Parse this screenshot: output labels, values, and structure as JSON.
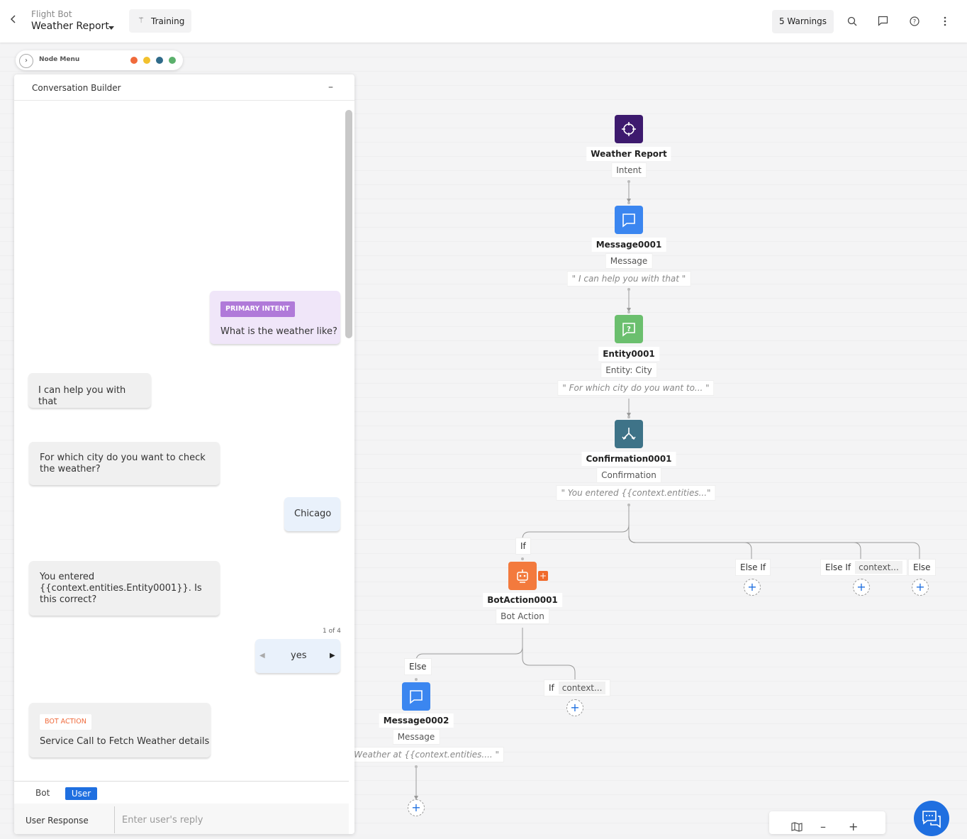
{
  "header": {
    "app_subtitle": "Flight Bot",
    "app_title": "Weather Report",
    "training_label": "Training",
    "warnings_label": "5 Warnings"
  },
  "node_menu": {
    "label": "Node Menu",
    "dot_colors": [
      "#f06a3b",
      "#f2c12e",
      "#2f6b8a",
      "#5bb06c"
    ]
  },
  "builder": {
    "title": "Conversation Builder",
    "messages": {
      "intent_tag": "PRIMARY INTENT",
      "intent_text": "What is the weather like?",
      "bot1": "I can help you with that",
      "bot2": "For which city do you want to check the weather?",
      "user1": "Chicago",
      "bot3": "You entered {{context.entities.Entity0001}}. Is this correct?",
      "pager": "1 of 4",
      "user2": "yes",
      "action_tag": "BOT ACTION",
      "action_text": "Service Call to Fetch Weather details"
    },
    "tabs": {
      "bot": "Bot",
      "user": "User"
    },
    "response_label": "User Response",
    "response_placeholder": "Enter user's reply"
  },
  "flow": {
    "intent": {
      "name": "Weather Report",
      "type": "Intent",
      "color": "#3d1a6e"
    },
    "message1": {
      "name": "Message0001",
      "type": "Message",
      "text": "\" I can help you with that \"",
      "color": "#3b86f0"
    },
    "entity": {
      "name": "Entity0001",
      "type": "Entity: City",
      "text": "\" For which city do you want to... \"",
      "color": "#6bbf6e"
    },
    "confirmation": {
      "name": "Confirmation0001",
      "type": "Confirmation",
      "text": "\" You entered {{context.entities...\"",
      "color": "#3e7388"
    },
    "branches": {
      "if": "If",
      "else_if_1": "Else If",
      "else_if_2": "Else If",
      "else_if_2_cond": "context...",
      "else": "Else",
      "else_b": "Else",
      "if_b": "If",
      "if_b_cond": "context..."
    },
    "botaction": {
      "name": "BotAction0001",
      "type": "Bot Action",
      "color": "#f37a3d"
    },
    "message2": {
      "name": "Message0002",
      "type": "Message",
      "text": "\" Weather at {{context.entities.... \"",
      "color": "#3b86f0"
    }
  },
  "icons": {
    "back": "chevron-left-icon",
    "search": "search-icon",
    "comment": "comment-icon",
    "help": "help-icon",
    "more": "more-vertical-icon"
  }
}
